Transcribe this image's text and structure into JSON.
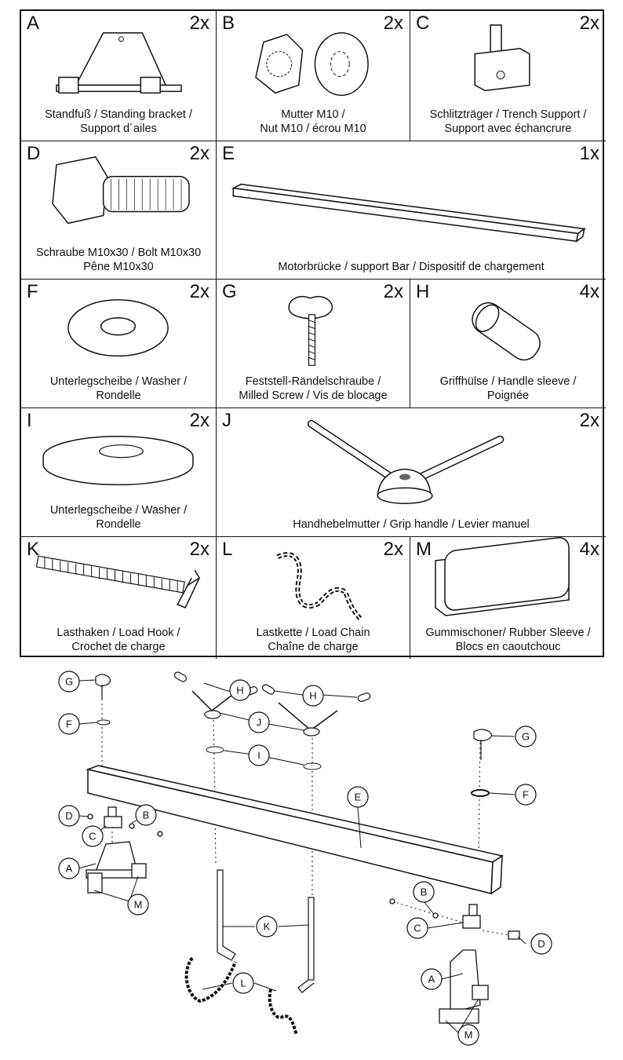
{
  "parts": [
    {
      "letter": "A",
      "qty": "2x",
      "lines": [
        "Standfuß / Standing bracket /",
        "Support d´ailes"
      ]
    },
    {
      "letter": "B",
      "qty": "2x",
      "lines": [
        "Mutter M10 /",
        "Nut M10 / écrou M10"
      ]
    },
    {
      "letter": "C",
      "qty": "2x",
      "lines": [
        "Schlitzträger / Trench Support /",
        "Support avec échancrure"
      ]
    },
    {
      "letter": "D",
      "qty": "2x",
      "lines": [
        "Schraube M10x30 / Bolt M10x30",
        "Pêne M10x30"
      ]
    },
    {
      "letter": "E",
      "qty": "1x",
      "lines": [
        "Motorbrücke / support Bar / Dispositif de chargement"
      ]
    },
    {
      "letter": "F",
      "qty": "2x",
      "lines": [
        "Unterlegscheibe / Washer /",
        "Rondelle"
      ]
    },
    {
      "letter": "G",
      "qty": "2x",
      "lines": [
        "Feststell-Rändelschraube /",
        "Milled Screw / Vis de blocage"
      ]
    },
    {
      "letter": "H",
      "qty": "4x",
      "lines": [
        "Griffhülse / Handle sleeve /",
        "Poignée"
      ]
    },
    {
      "letter": "I",
      "qty": "2x",
      "lines": [
        "Unterlegscheibe / Washer /",
        "Rondelle"
      ]
    },
    {
      "letter": "J",
      "qty": "2x",
      "lines": [
        "Handhebelmutter / Grip handle / Levier manuel"
      ]
    },
    {
      "letter": "K",
      "qty": "2x",
      "lines": [
        "Lasthaken / Load Hook /",
        "Crochet de charge"
      ]
    },
    {
      "letter": "L",
      "qty": "2x",
      "lines": [
        "Lastkette / Load Chain",
        "Chaîne de charge"
      ]
    },
    {
      "letter": "M",
      "qty": "4x",
      "lines": [
        "Gummischoner/ Rubber Sleeve /",
        "Blocs en caoutchouc"
      ]
    }
  ],
  "callouts": {
    "g1": "G",
    "f1": "F",
    "h1": "H",
    "h2": "H",
    "j": "J",
    "i": "I",
    "g2": "G",
    "f2": "F",
    "e": "E",
    "d1": "D",
    "b1": "B",
    "c1": "C",
    "a1": "A",
    "m1": "M",
    "k": "K",
    "l": "L",
    "b2": "B",
    "c2": "C",
    "d2": "D",
    "a2": "A",
    "m2": "M"
  }
}
